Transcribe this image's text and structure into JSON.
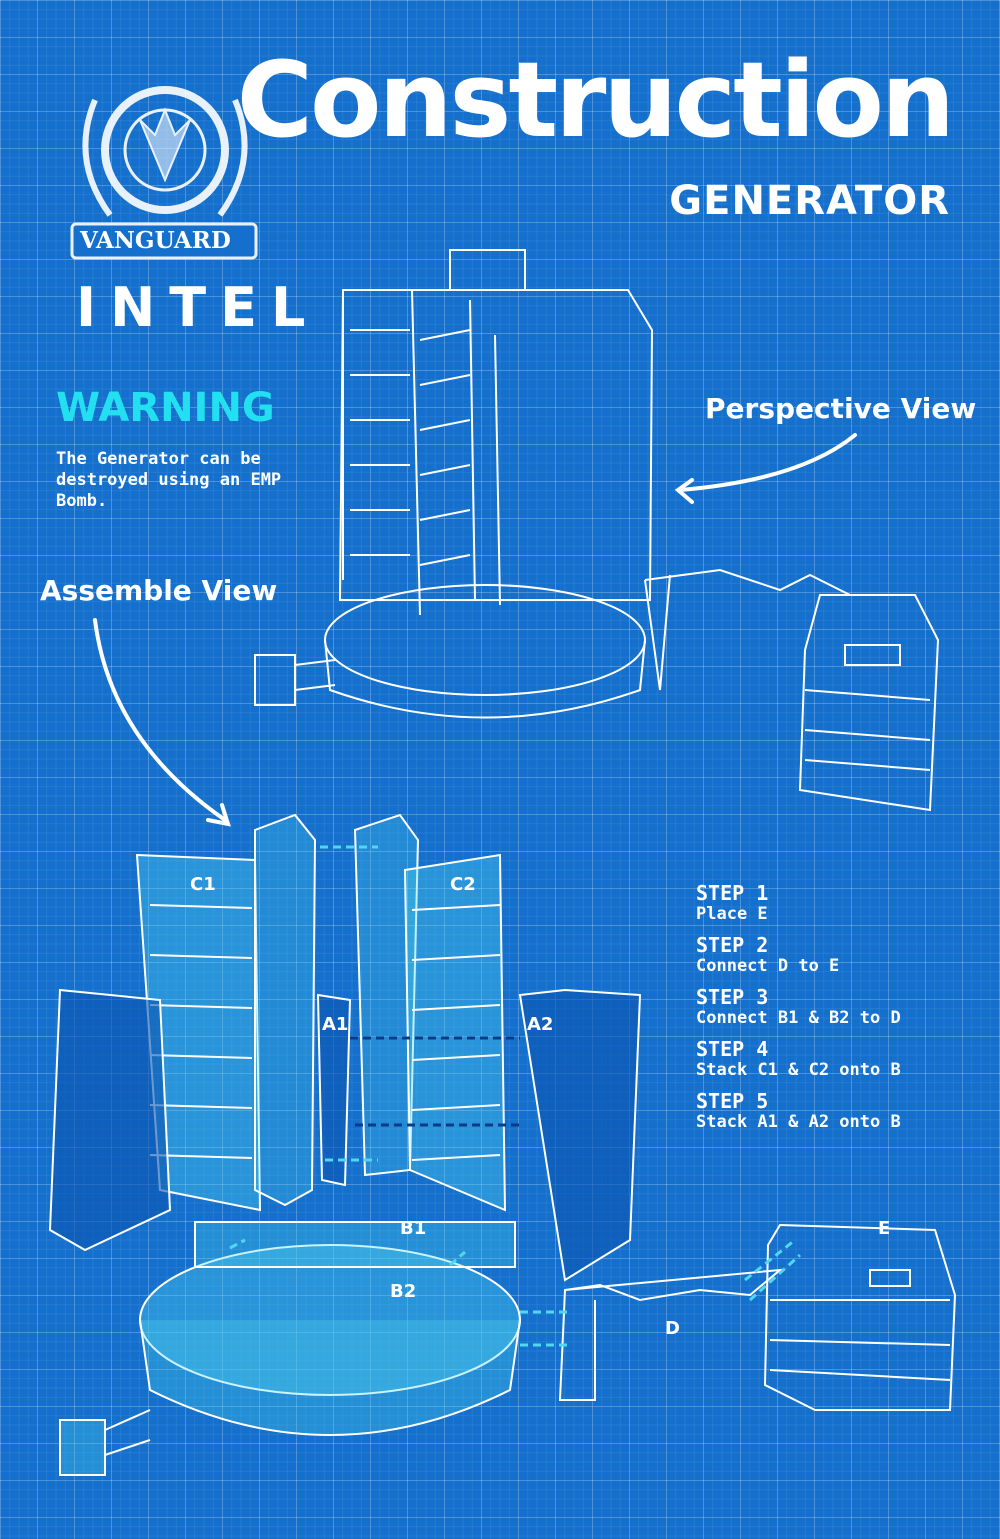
{
  "header": {
    "title": "Construction",
    "subtitle": "GENERATOR"
  },
  "logo": {
    "banner": "VANGUARD",
    "caption": "INTEL"
  },
  "warning": {
    "heading": "WARNING",
    "text": "The Generator can be destroyed using an EMP Bomb."
  },
  "callouts": {
    "perspective": "Perspective View",
    "assemble": "Assemble View"
  },
  "parts": {
    "c1": "C1",
    "c2": "C2",
    "a1": "A1",
    "a2": "A2",
    "b1": "B1",
    "b2": "B2",
    "d": "D",
    "e": "E"
  },
  "steps": [
    {
      "heading": "STEP 1",
      "text": "Place E"
    },
    {
      "heading": "STEP 2",
      "text": "Connect D to E"
    },
    {
      "heading": "STEP 3",
      "text": "Connect B1 & B2 to D"
    },
    {
      "heading": "STEP 4",
      "text": "Stack C1 & C2 onto B"
    },
    {
      "heading": "STEP 5",
      "text": "Stack A1 & A2 onto B"
    }
  ],
  "colors": {
    "background": "#1470cc",
    "warning": "#22e0f0",
    "highlight": "#4fd8f0"
  }
}
